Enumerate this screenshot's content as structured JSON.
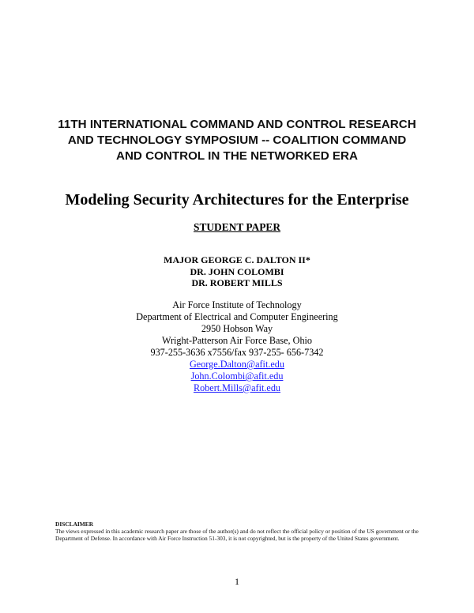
{
  "conference": {
    "lines": [
      "11TH INTERNATIONAL COMMAND AND CONTROL RESEARCH",
      "AND TECHNOLOGY SYMPOSIUM -- COALITION COMMAND",
      "AND CONTROL IN THE NETWORKED ERA"
    ]
  },
  "paper": {
    "title": "Modeling Security Architectures for the Enterprise",
    "type_label": "STUDENT PAPER"
  },
  "authors": [
    "MAJOR GEORGE C. DALTON II*",
    "DR. JOHN COLOMBI",
    "DR. ROBERT MILLS"
  ],
  "affiliation": {
    "institution": "Air Force Institute of Technology",
    "department": "Department of Electrical and Computer Engineering",
    "street": "2950 Hobson Way",
    "city": "Wright-Patterson Air Force Base, Ohio",
    "phone": "937-255-3636 x7556/fax 937-255- 656-7342",
    "emails": [
      "George.Dalton@afit.edu",
      "John.Colombi@afit.edu",
      "Robert.Mills@afit.edu"
    ]
  },
  "disclaimer": {
    "heading": "DISCLAIMER",
    "text": "The views expressed in this academic research paper are those of the author(s) and do not reflect the official policy or position of the US government or the Department of Defense. In accordance with Air Force Instruction 51-303, it is not copyrighted, but is the property of the United States government."
  },
  "page_number": "1",
  "colors": {
    "text": "#000000",
    "link": "#1a1aff",
    "background": "#ffffff"
  }
}
